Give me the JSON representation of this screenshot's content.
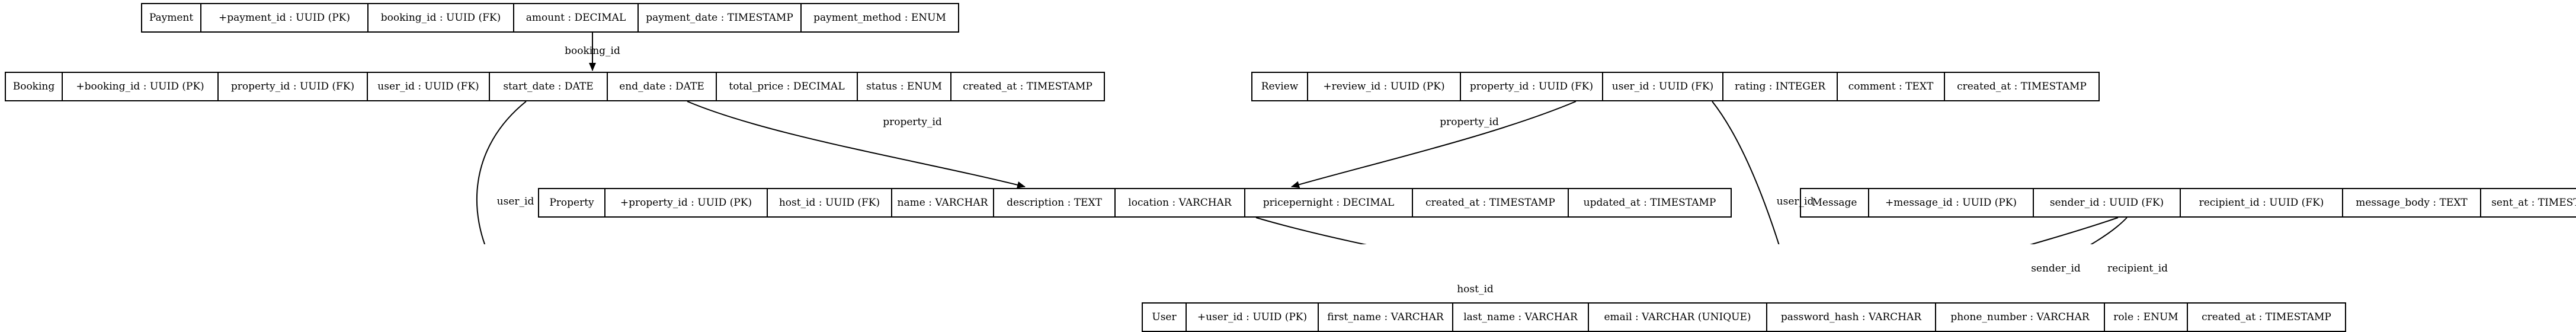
{
  "tables": {
    "payment": [
      "Payment",
      "+payment_id : UUID (PK)",
      "booking_id : UUID (FK)",
      "amount : DECIMAL",
      "payment_date : TIMESTAMP",
      "payment_method : ENUM"
    ],
    "booking": [
      "Booking",
      "+booking_id : UUID (PK)",
      "property_id : UUID (FK)",
      "user_id : UUID (FK)",
      "start_date : DATE",
      "end_date : DATE",
      "total_price : DECIMAL",
      "status : ENUM",
      "created_at : TIMESTAMP"
    ],
    "review": [
      "Review",
      "+review_id : UUID (PK)",
      "property_id : UUID (FK)",
      "user_id : UUID (FK)",
      "rating : INTEGER",
      "comment : TEXT",
      "created_at : TIMESTAMP"
    ],
    "property": [
      "Property",
      "+property_id : UUID (PK)",
      "host_id : UUID (FK)",
      "name : VARCHAR",
      "description : TEXT",
      "location : VARCHAR",
      "pricepernight : DECIMAL",
      "created_at : TIMESTAMP",
      "updated_at : TIMESTAMP"
    ],
    "message": [
      "Message",
      "+message_id : UUID (PK)",
      "sender_id : UUID (FK)",
      "recipient_id : UUID (FK)",
      "message_body : TEXT",
      "sent_at : TIMESTAMP"
    ],
    "user": [
      "User",
      "+user_id : UUID (PK)",
      "first_name : VARCHAR",
      "last_name : VARCHAR",
      "email : VARCHAR (UNIQUE)",
      "password_hash : VARCHAR",
      "phone_number : VARCHAR",
      "role : ENUM",
      "created_at : TIMESTAMP"
    ]
  },
  "edge_labels": {
    "payment_booking": "booking_id",
    "booking_property": "property_id",
    "booking_user": "user_id",
    "review_property": "property_id",
    "review_user": "user_id",
    "property_user": "host_id",
    "message_sender": "sender_id",
    "message_recipient": "recipient_id"
  }
}
